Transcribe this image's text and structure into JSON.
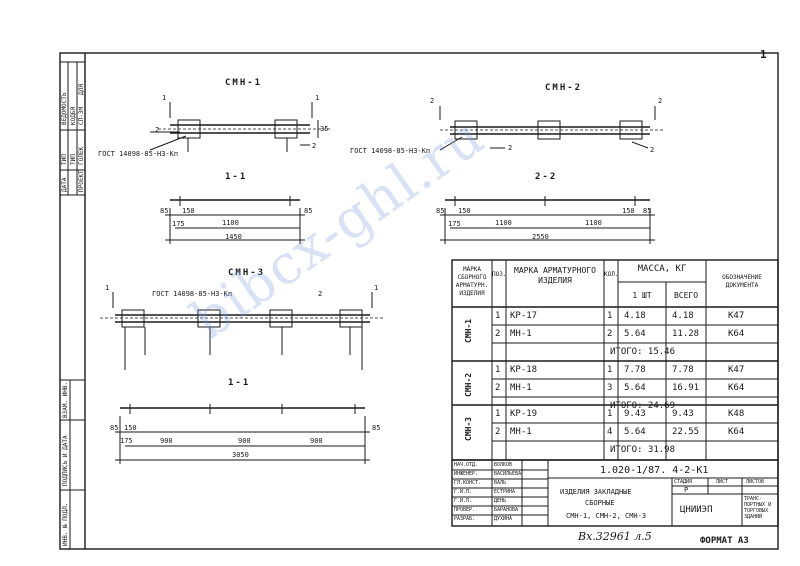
{
  "sheet_number": "1",
  "drawings": {
    "smn1": {
      "title": "СМН-1",
      "gost": "ГОСТ 14098-85-Н3-Кп",
      "callout_1": "1",
      "callout_2": "2",
      "dim_35": "35",
      "section_title": "1-1",
      "dims": [
        "85",
        "150",
        "1100",
        "85",
        "175",
        "1450"
      ]
    },
    "smn2": {
      "title": "СМН-2",
      "gost": "ГОСТ 14098-85-Н3-Кп",
      "callout_1": "2",
      "callout_2": "2",
      "section_title": "2-2",
      "dims": [
        "85",
        "150",
        "1100",
        "1100",
        "150",
        "85",
        "175",
        "2550"
      ]
    },
    "smn3": {
      "title": "СМН-3",
      "gost": "ГОСТ 14098-85-Н3-Кп",
      "callout_1": "1",
      "callout_2": "1",
      "callout_3": "2",
      "section_title": "1-1",
      "dims": [
        "85",
        "150",
        "900",
        "900",
        "900",
        "85",
        "175",
        "3050"
      ]
    }
  },
  "table": {
    "headers": {
      "mark_assembly": "МАРКА СБОРНОГО АРМАТУРН. ИЗДЕЛИЯ",
      "pos": "ПОЗ.",
      "mark_product": "МАРКА АРМАТУРНОГО ИЗДЕЛИЯ",
      "qty": "КОЛ.",
      "mass": "МАССА, КГ",
      "mass_one": "1 ШТ",
      "mass_all": "ВСЕГО",
      "doc": "ОБОЗНАЧЕНИЕ ДОКУМЕНТА"
    },
    "groups": [
      {
        "mark": "СМН-1",
        "rows": [
          {
            "pos": "1",
            "item": "КР-17",
            "qty": "1",
            "one": "4.18",
            "all": "4.18",
            "doc": "К47"
          },
          {
            "pos": "2",
            "item": "МН-1",
            "qty": "2",
            "one": "5.64",
            "all": "11.28",
            "doc": "К64"
          }
        ],
        "total": "ИТОГО: 15.46"
      },
      {
        "mark": "СМН-2",
        "rows": [
          {
            "pos": "1",
            "item": "КР-18",
            "qty": "1",
            "one": "7.78",
            "all": "7.78",
            "doc": "К47"
          },
          {
            "pos": "2",
            "item": "МН-1",
            "qty": "3",
            "one": "5.64",
            "all": "16.91",
            "doc": "К64"
          }
        ],
        "total": "ИТОГО: 24.69"
      },
      {
        "mark": "СМН-3",
        "rows": [
          {
            "pos": "1",
            "item": "КР-19",
            "qty": "1",
            "one": "9.43",
            "all": "9.43",
            "doc": "К48"
          },
          {
            "pos": "2",
            "item": "МН-1",
            "qty": "4",
            "one": "5.64",
            "all": "22.55",
            "doc": "К64"
          }
        ],
        "total": "ИТОГО: 31.98"
      }
    ]
  },
  "title_block": {
    "code": "1.020-1/87. 4-2-К1",
    "roles": [
      "НАЧ.ОТД.",
      "ИНЖЕНЕР.",
      "ГЛ.КОНСТ.",
      "Г.И.П.",
      "Г.И.П.",
      "ПРОВЕР.",
      "РАЗРАБ."
    ],
    "names": [
      "ВОЛКОВ",
      "ВАСИЛЬЕВА",
      "ВАЛЬ",
      "ЕСТРИНА",
      "ДЕНЬ",
      "БАРАНОВА",
      "ДУХИНА"
    ],
    "product_line1": "ИЗДЕЛИЯ ЗАКЛАДНЫЕ",
    "product_line2": "СБОРНЫЕ",
    "product_line3": "СМН-1, СМН-2, СМН-3",
    "stage_label": "СТАДИЯ",
    "sheet_label": "ЛИСТ",
    "sheets_label": "ЛИСТОВ",
    "stage": "Р",
    "org": "ЦНИИЭП",
    "org_note": "ТРАНС- ПОРТНЫХ И ТОРГОВЫХ ЗДАНИЙ"
  },
  "left_stamp": {
    "top_labels": [
      "ВЗАМ. ИНВ.",
      "ПОДПИСЬ И ДАТА",
      "ИНВ. № ПОДЛ."
    ],
    "rev_labels": [
      "ДАТА",
      "ТИП",
      "ВЕДОМОСТЬ",
      "ТИП",
      "ПРОЕКТ"
    ],
    "rev_values": [
      "ГОЛЕК",
      "КОДБЯ",
      "СП-ЗМ",
      "ДЛЯ"
    ]
  },
  "handwritten": "Вх.32961 л.5",
  "format": "ФОРМАТ А3",
  "watermark": "bibcx-ghl.ru"
}
